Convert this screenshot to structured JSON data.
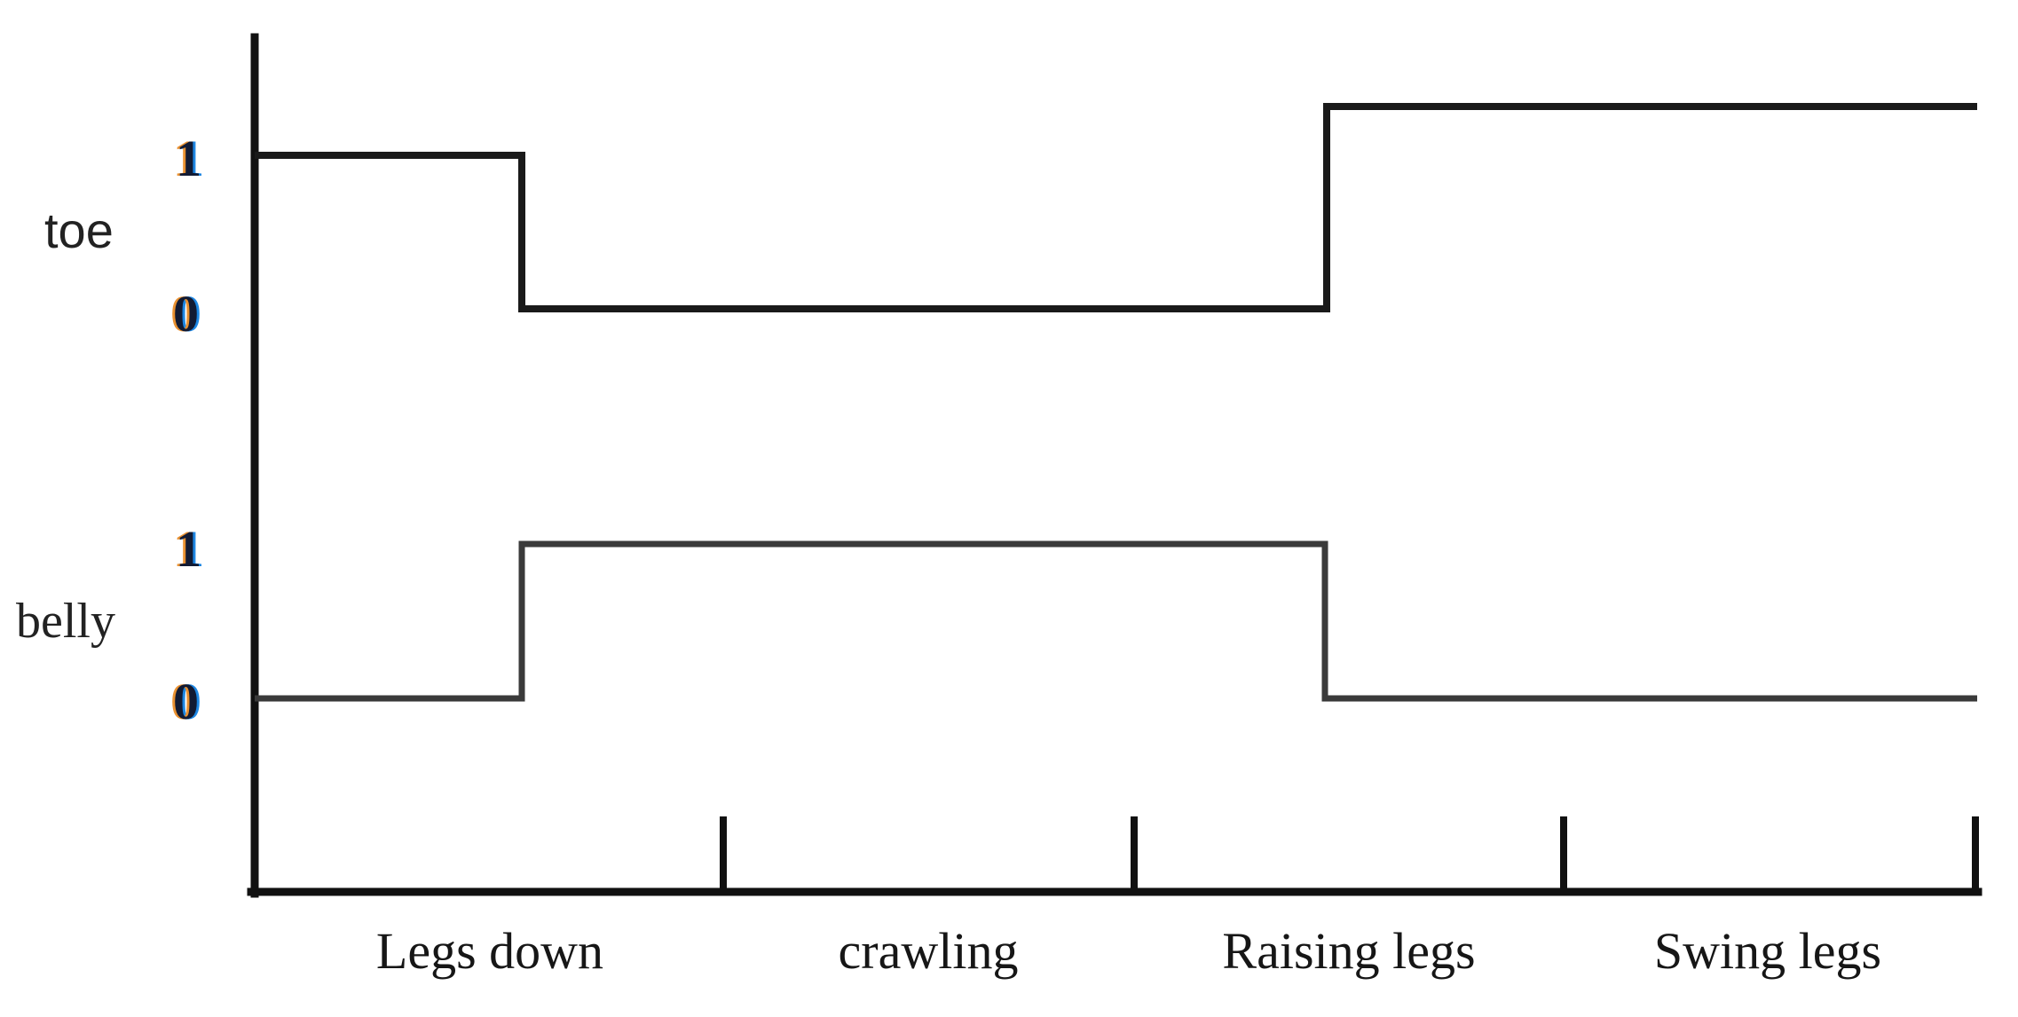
{
  "figure": {
    "background_color": "#ffffff",
    "line_color": "#1a1a1a",
    "secondary_line_color": "#555555",
    "axis_color": "#111111",
    "label_color": "#222222",
    "value_label_color": "#111a33",
    "fringe_left_color": "#e88c28",
    "fringe_right_color": "#1482e1"
  },
  "channels": [
    {
      "name": "toe",
      "font_style": "sans",
      "high_label": "1",
      "low_label": "0"
    },
    {
      "name": "belly",
      "font_style": "serif",
      "high_label": "1",
      "low_label": "0"
    }
  ],
  "x_axis": {
    "categories": [
      "Legs down",
      "crawling",
      "Raising legs",
      "Swing legs"
    ]
  },
  "chart_data": {
    "type": "line",
    "title": "",
    "xlabel": "",
    "ylabel": "",
    "grid": false,
    "legend": "none",
    "x_categories": [
      "Legs down",
      "crawling",
      "Raising legs",
      "Swing legs"
    ],
    "x_tick_positions": [
      1,
      2,
      3,
      4
    ],
    "x_range": [
      0,
      4
    ],
    "y_range": [
      0,
      1
    ],
    "y_ticks": [
      0,
      1
    ],
    "series": [
      {
        "name": "toe",
        "type": "digital-step",
        "values_by_phase": [
          1,
          0,
          0,
          1
        ],
        "steps": [
          {
            "x_start": 0.0,
            "x_end": 0.63,
            "value": 1
          },
          {
            "x_start": 0.63,
            "x_end": 2.5,
            "value": 0
          },
          {
            "x_start": 2.5,
            "x_end": 4.0,
            "value": 1
          }
        ]
      },
      {
        "name": "belly",
        "type": "digital-step",
        "values_by_phase": [
          0,
          1,
          1,
          0
        ],
        "steps": [
          {
            "x_start": 0.0,
            "x_end": 0.63,
            "value": 0
          },
          {
            "x_start": 0.63,
            "x_end": 2.5,
            "value": 1
          },
          {
            "x_start": 2.5,
            "x_end": 4.0,
            "value": 0
          }
        ]
      }
    ]
  }
}
